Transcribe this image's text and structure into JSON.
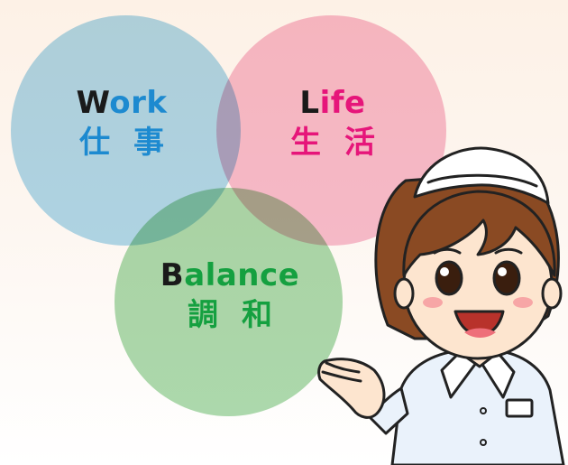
{
  "work": {
    "initial": "W",
    "rest": "ork",
    "jp": "仕事"
  },
  "life": {
    "initial": "L",
    "rest": "ife",
    "jp": "生活"
  },
  "balance": {
    "initial": "B",
    "rest": "alance",
    "jp": "調和"
  },
  "colors": {
    "work_circle": "#a2d3ec",
    "life_circle": "#f6b4ca",
    "balance_circle": "#9ed4a0",
    "work_text": "#1d8ad0",
    "life_text": "#e6157a",
    "balance_text": "#15a040",
    "initial_text": "#1a1a1a"
  }
}
